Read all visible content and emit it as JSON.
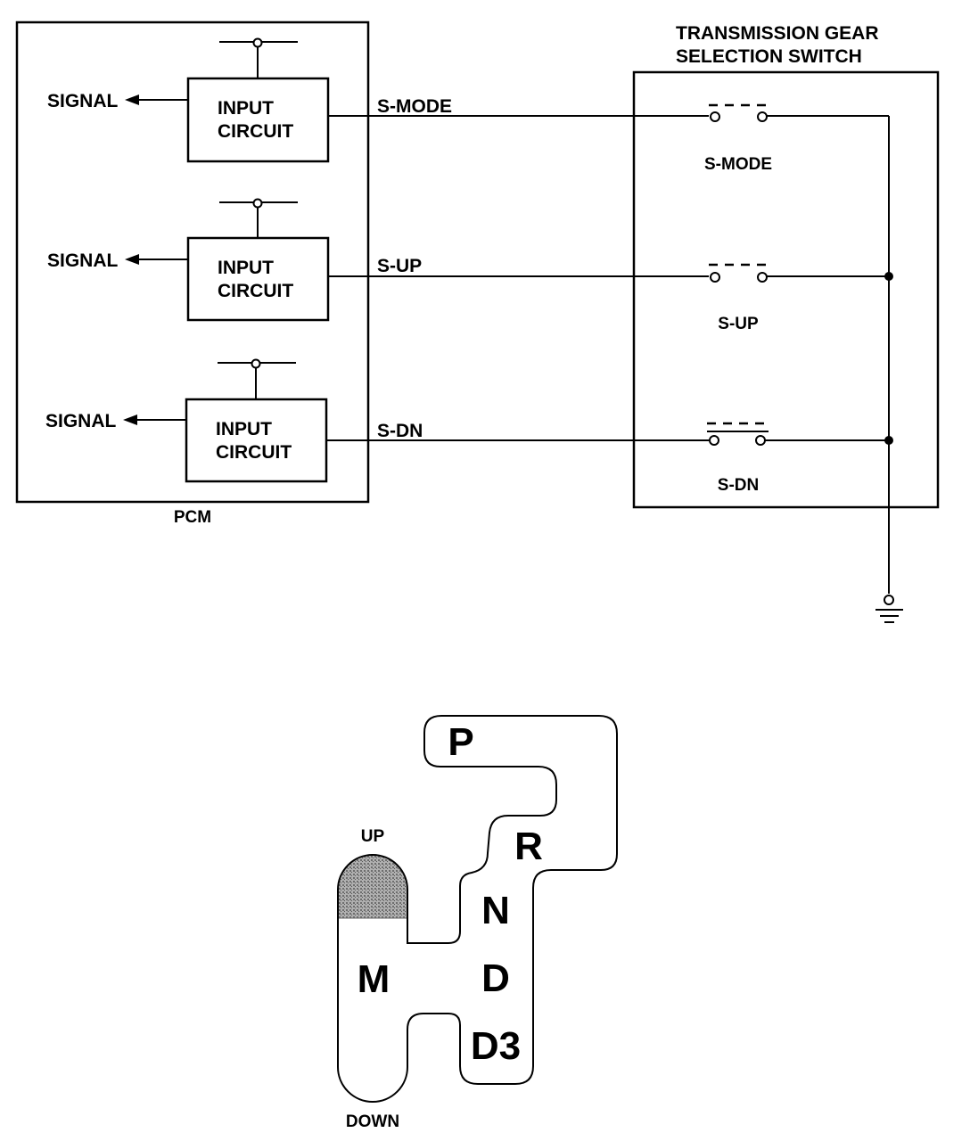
{
  "pcm": {
    "label": "PCM",
    "circuits": [
      {
        "signal": "SIGNAL",
        "line1": "INPUT",
        "line2": "CIRCUIT",
        "wire": "S-MODE"
      },
      {
        "signal": "SIGNAL",
        "line1": "INPUT",
        "line2": "CIRCUIT",
        "wire": "S-UP"
      },
      {
        "signal": "SIGNAL",
        "line1": "INPUT",
        "line2": "CIRCUIT",
        "wire": "S-DN"
      }
    ]
  },
  "switch": {
    "title_line1": "TRANSMISSION GEAR",
    "title_line2": "SELECTION SWITCH",
    "contacts": [
      "S-MODE",
      "S-UP",
      "S-DN"
    ]
  },
  "shifter": {
    "up_label": "UP",
    "down_label": "DOWN",
    "positions": [
      "P",
      "R",
      "N",
      "D",
      "D3",
      "M"
    ],
    "shading_color": "#9a9a9a"
  }
}
